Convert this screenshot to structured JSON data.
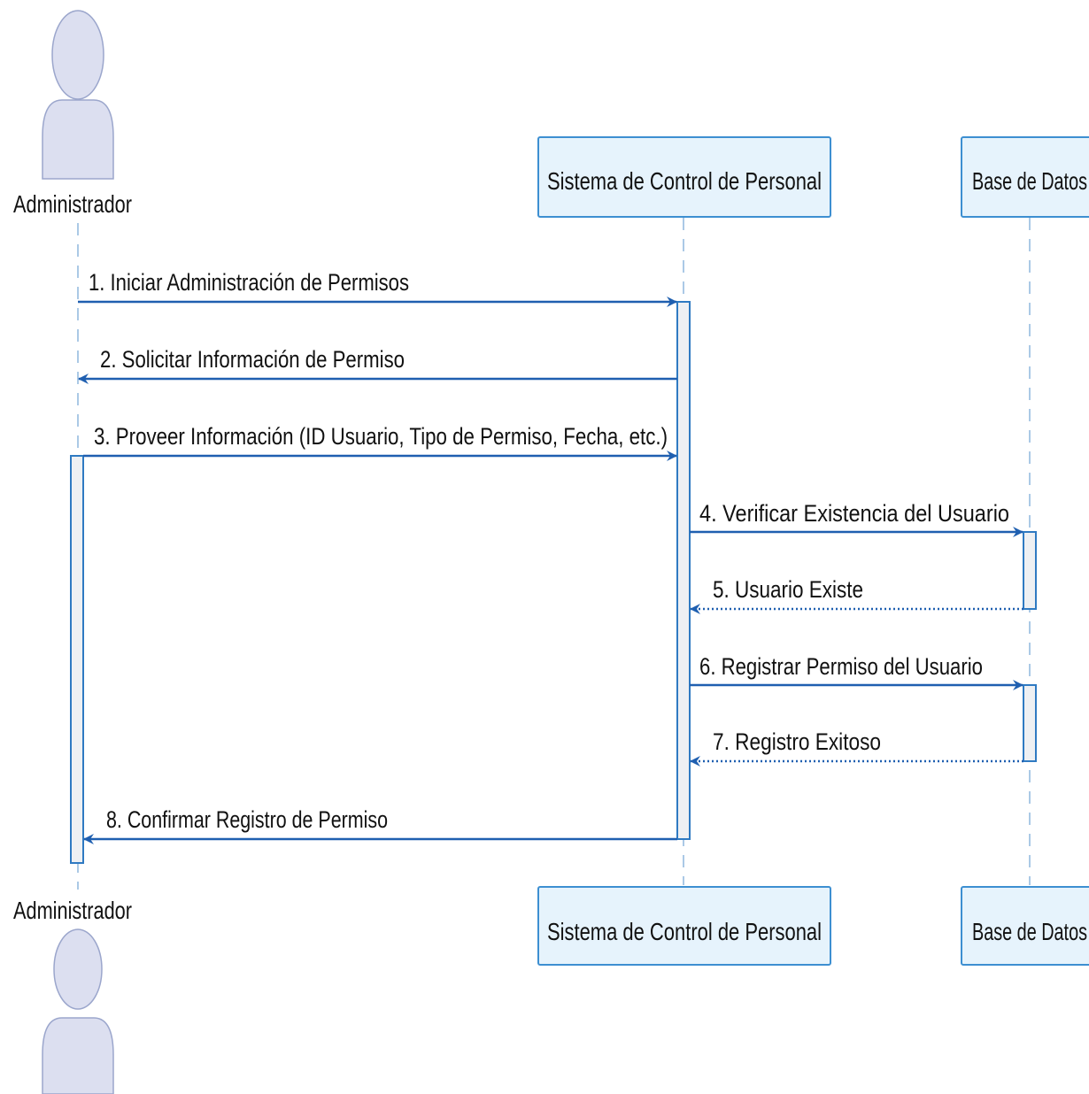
{
  "diagram": {
    "type": "sequence",
    "participants": [
      {
        "id": "admin",
        "name": "Administrador",
        "kind": "actor"
      },
      {
        "id": "sistema",
        "name": "Sistema de Control de Personal",
        "kind": "participant"
      },
      {
        "id": "bd",
        "name": "Base de Datos",
        "kind": "participant"
      }
    ],
    "messages": [
      {
        "num": "1",
        "label": "1. Iniciar Administración de Permisos",
        "from": "admin",
        "to": "sistema",
        "style": "solid"
      },
      {
        "num": "2",
        "label": "2. Solicitar Información de Permiso",
        "from": "sistema",
        "to": "admin",
        "style": "solid"
      },
      {
        "num": "3",
        "label": "3. Proveer Información (ID Usuario, Tipo de Permiso, Fecha, etc.)",
        "from": "admin",
        "to": "sistema",
        "style": "solid"
      },
      {
        "num": "4",
        "label": "4. Verificar Existencia del Usuario",
        "from": "sistema",
        "to": "bd",
        "style": "solid"
      },
      {
        "num": "5",
        "label": "5. Usuario Existe",
        "from": "bd",
        "to": "sistema",
        "style": "dotted"
      },
      {
        "num": "6",
        "label": "6. Registrar Permiso del Usuario",
        "from": "sistema",
        "to": "bd",
        "style": "solid"
      },
      {
        "num": "7",
        "label": "7. Registro Exitoso",
        "from": "bd",
        "to": "sistema",
        "style": "dotted"
      },
      {
        "num": "8",
        "label": "8. Confirmar Registro de Permiso",
        "from": "sistema",
        "to": "admin",
        "style": "solid"
      }
    ],
    "colors": {
      "arrow": "#1f5fb0",
      "box_fill": "#e6f3fc",
      "box_stroke": "#3d8fd1",
      "actor_fill": "#dcdff0",
      "actor_stroke": "#9ba6cc",
      "activation_fill": "#eef0f3",
      "activation_stroke": "#2f7ac2",
      "lifeline": "#8fb7dd"
    }
  }
}
